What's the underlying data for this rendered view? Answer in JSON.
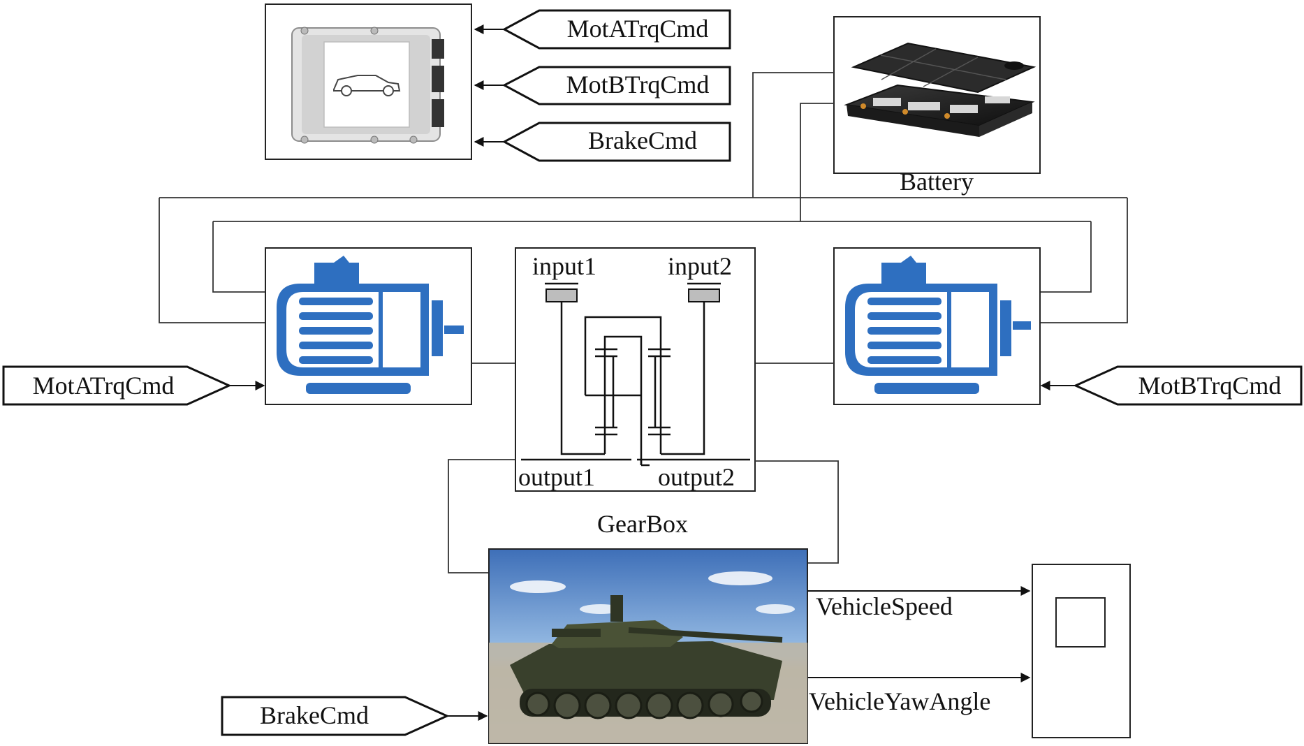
{
  "ecu": {
    "commands": [
      "MotATrqCmd",
      "MotBTrqCmd",
      "BrakeCmd"
    ],
    "icon": "car-ecu-icon"
  },
  "battery": {
    "label": "Battery",
    "icon": "battery-pack-icon"
  },
  "motors": {
    "a": {
      "icon": "electric-motor-icon",
      "input_tag": "MotATrqCmd"
    },
    "b": {
      "icon": "electric-motor-icon",
      "input_tag": "MotBTrqCmd"
    }
  },
  "gearbox": {
    "label": "GearBox",
    "ports": {
      "input1": "input1",
      "input2": "input2",
      "output1": "output1",
      "output2": "output2"
    }
  },
  "vehicle": {
    "icon": "tracked-vehicle-icon",
    "input_tag": "BrakeCmd"
  },
  "signals": {
    "speed": "VehicleSpeed",
    "yaw": "VehicleYawAngle"
  },
  "scope": {
    "icon": "scope-icon"
  },
  "colors": {
    "motor_blue": "#2e6fc0",
    "line": "#1a1a1a"
  }
}
